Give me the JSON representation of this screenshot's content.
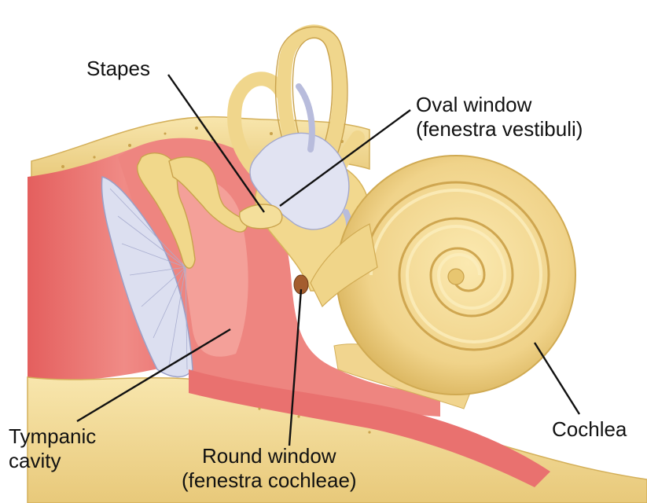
{
  "labels": {
    "stapes": "Stapes",
    "oval_window_line1": "Oval window",
    "oval_window_line2": "(fenestra vestibuli)",
    "tympanic_line1": "Tympanic",
    "tympanic_line2": "cavity",
    "round_window_line1": "Round window",
    "round_window_line2": "(fenestra cochleae)",
    "cochlea": "Cochlea"
  },
  "colors": {
    "background": "#ffffff",
    "bone": "#f3dc95",
    "bone_dark": "#d9b75e",
    "canal_red": "#e7706e",
    "canal_pink": "#f4a8a0",
    "eardrum": "#d9dcef",
    "vestibule": "#dde0f0",
    "ossicle": "#f0d98a",
    "leader_line": "#111111"
  }
}
